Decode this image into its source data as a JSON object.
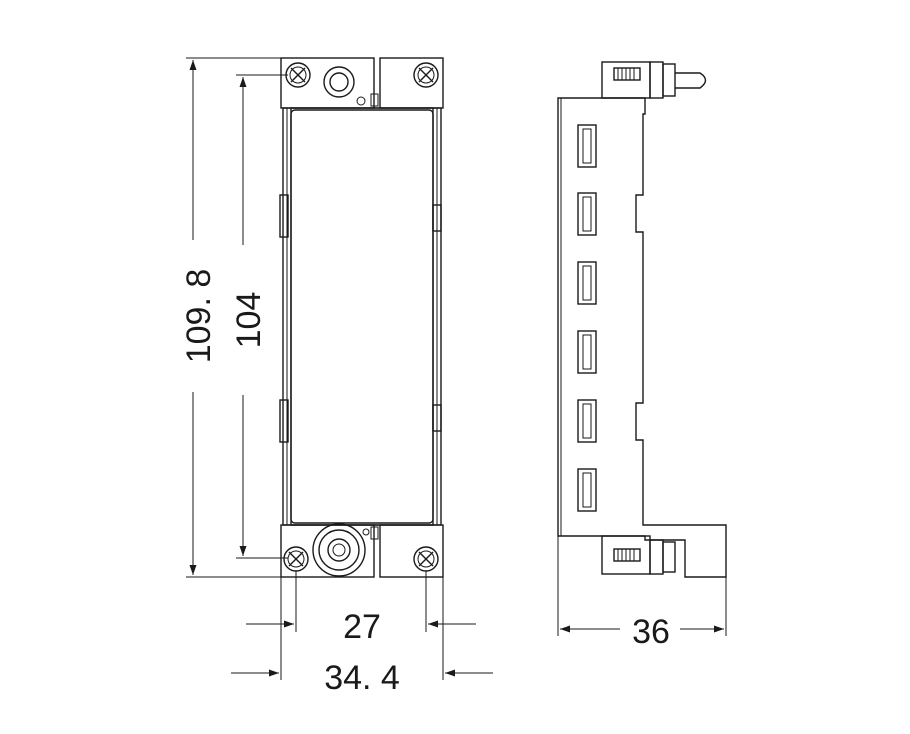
{
  "dimensions": {
    "overall_height": "109. 8",
    "inner_height": "104",
    "screw_pitch": "27",
    "overall_width": "34. 4",
    "depth": "36"
  },
  "colors": {
    "line": "#1a1a1a",
    "background": "#ffffff"
  }
}
